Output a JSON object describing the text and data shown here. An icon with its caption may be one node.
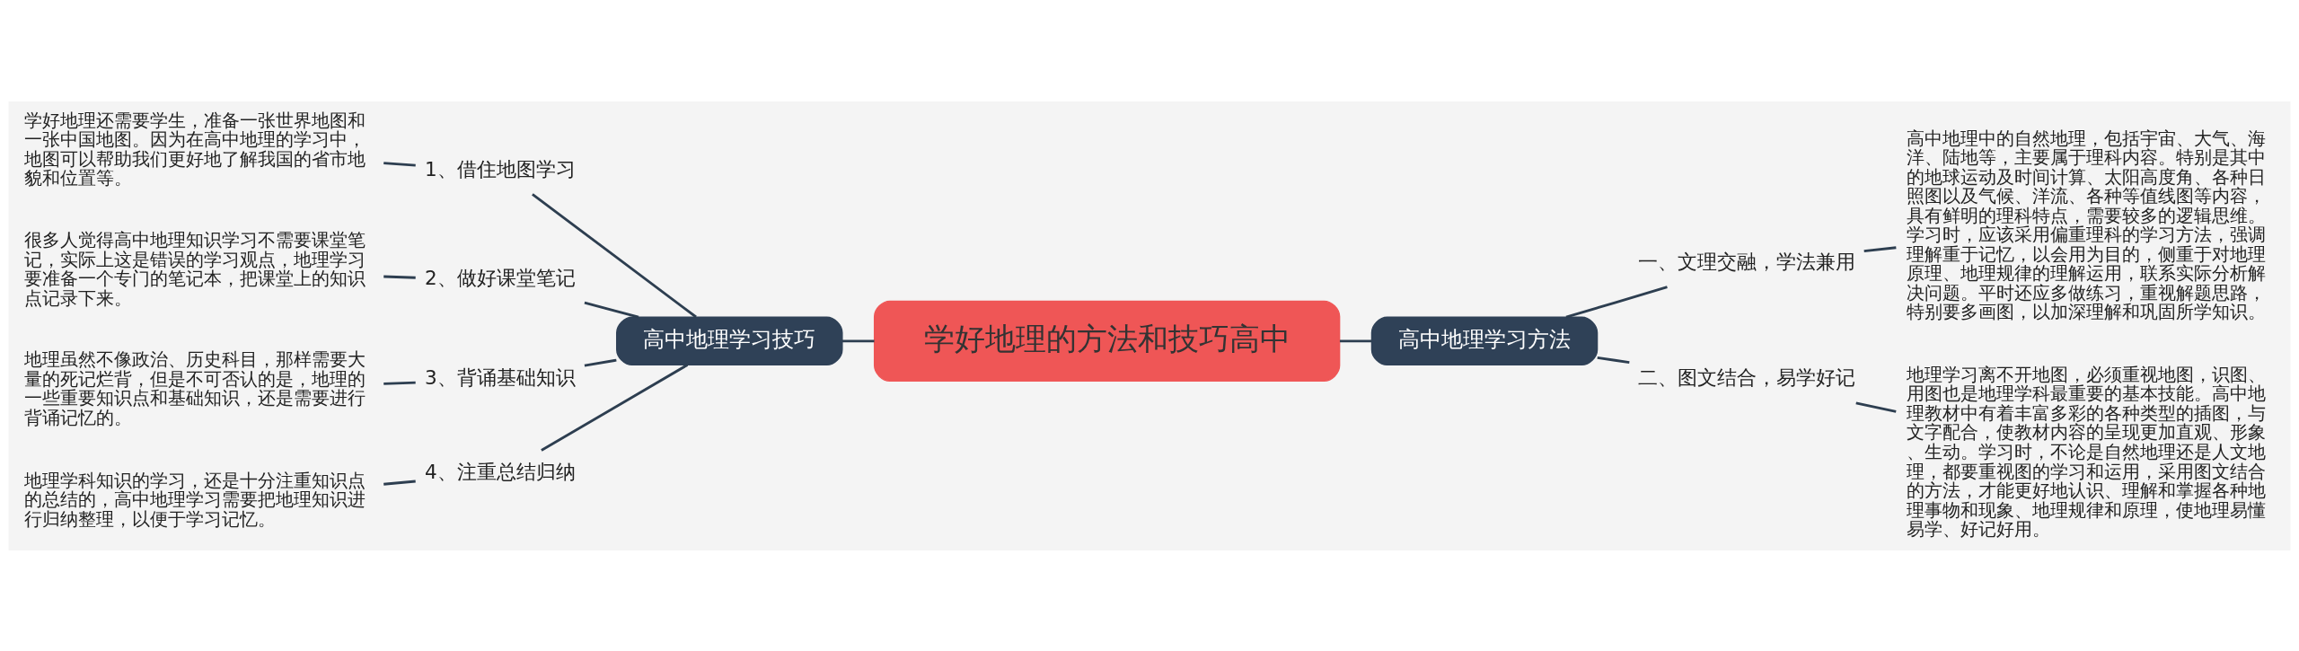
{
  "diagram": {
    "nodes": [
      {
        "text": [
          "学好地理的方法和技巧高中"
        ]
      },
      {
        "text": [
          "高中地理学习技巧"
        ]
      },
      {
        "text": [
          "1、借住地图学习"
        ]
      },
      {
        "text": [
          "学好地理还需要学生，准备一张世界地图和一张中国地图。因为在高中地理的学习中，地图可以帮助我们更好地了解我国的省市地貌和位置等。"
        ]
      },
      {
        "text": [
          "2、做好课堂笔记"
        ]
      },
      {
        "text": [
          "很多人觉得高中地理知识学习不需要课堂笔记，实际上这是错误的学习观点，地理学习要准备一个专门的笔记本，把课堂上的知识点记录下来。"
        ]
      },
      {
        "text": [
          "3、背诵基础知识"
        ]
      },
      {
        "text": [
          "地理虽然不像政治、历史科目，那样需要大量的死记烂背，但是不可否认的是，地理的一些重要知识点和基础知识，还是需要进行背诵记忆的。"
        ]
      },
      {
        "text": [
          "4、注重总结归纳"
        ]
      },
      {
        "text": [
          "地理学科知识的学习，还是十分注重知识点的总结的，高中地理学习需要把地理知识进行归纳整理，以便于学习记忆。"
        ]
      },
      {
        "text": [
          "高中地理学习方法"
        ]
      },
      {
        "text": [
          "一、文理交融，学法兼用"
        ]
      },
      {
        "text": [
          "高中地理中的自然地理，包括宇宙、大气、海洋、陆地等，主要属于理科内容。特别是其中的地球运动及时间计算、太阳高度角、各种日照图以及气候、洋流、各种等值线图等内容，具有鲜明的理科特点，需要较多的逻辑思维。学习时，应该采用偏重理科的学习方法，强调理解重于记忆，以会用为目的，侧重于对地理原理、地理规律的理解运用，联系实际分析解决问题。平时还应多做练习，重视解题思路，特别要多画图，以加深理解和巩固所学知识。"
        ]
      },
      {
        "text": [
          "二、图文结合，易学好记"
        ]
      },
      {
        "text": [
          "地理学习离不开地图，必须重视地图，识图、用图也是地理学科最重要的基本技能。高中地理教材中有着丰富多彩的各种类型的插图，与文字配合，使教材内容的呈现更加直观、形象、生动。学习时，不论是自然地理还是人文地理，都要重视图的学习和运用，采用图文结合的方法，才能更好地认识、理解和掌握各种地理事物和现象、地理规律和原理，使地理易懂易学、好记好用。"
        ]
      }
    ],
    "edges": [
      {
        "from": 1,
        "to": 0,
        "arrow": "none"
      },
      {
        "from": 2,
        "to": 1,
        "arrow": "none"
      },
      {
        "from": 3,
        "to": 2,
        "arrow": "none"
      },
      {
        "from": 4,
        "to": 1,
        "arrow": "none"
      },
      {
        "from": 5,
        "to": 4,
        "arrow": "none"
      },
      {
        "from": 6,
        "to": 1,
        "arrow": "none"
      },
      {
        "from": 7,
        "to": 6,
        "arrow": "none"
      },
      {
        "from": 8,
        "to": 1,
        "arrow": "none"
      },
      {
        "from": 9,
        "to": 8,
        "arrow": "none"
      },
      {
        "from": 0,
        "to": 10,
        "arrow": "none"
      },
      {
        "from": 10,
        "to": 11,
        "arrow": "none"
      },
      {
        "from": 11,
        "to": 12,
        "arrow": "none"
      },
      {
        "from": 10,
        "to": 13,
        "arrow": "none"
      },
      {
        "from": 13,
        "to": 14,
        "arrow": "none"
      }
    ]
  }
}
